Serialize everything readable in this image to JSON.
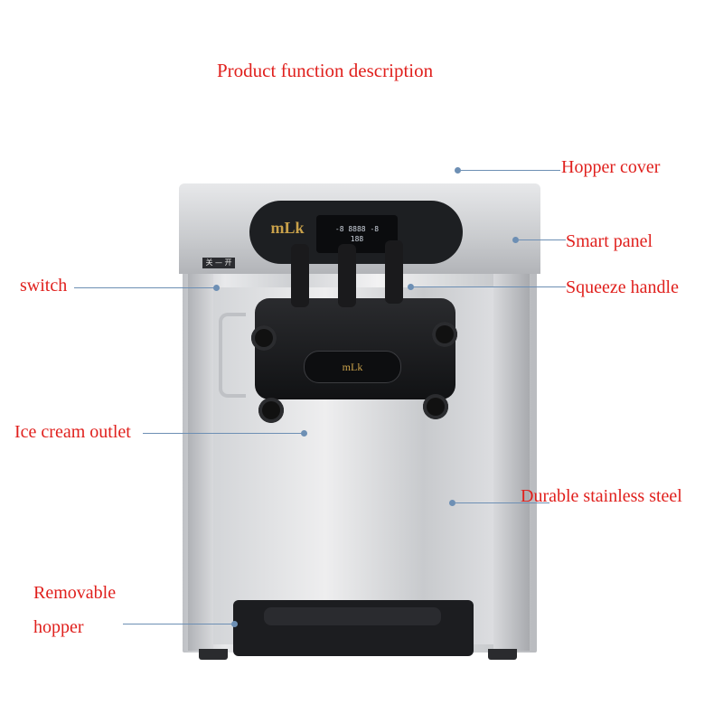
{
  "title": "Product function description",
  "labels": {
    "hopper_cover": "Hopper cover",
    "smart_panel": "Smart panel",
    "squeeze_handle": "Squeeze handle",
    "switch": "switch",
    "ice_cream_outlet": "Ice cream outlet",
    "durable_stainless_steel": "Durable stainless steel",
    "removable_line1": "Removable",
    "removable_line2": "hopper"
  },
  "machine": {
    "lcd_line1": "-8 8888 -8",
    "lcd_line2": "188",
    "brand": "mLk",
    "switch_text": "关 — 开",
    "head_brand": "mLk"
  },
  "colors": {
    "label": "#e0201d",
    "callout": "#6d8fb4"
  }
}
